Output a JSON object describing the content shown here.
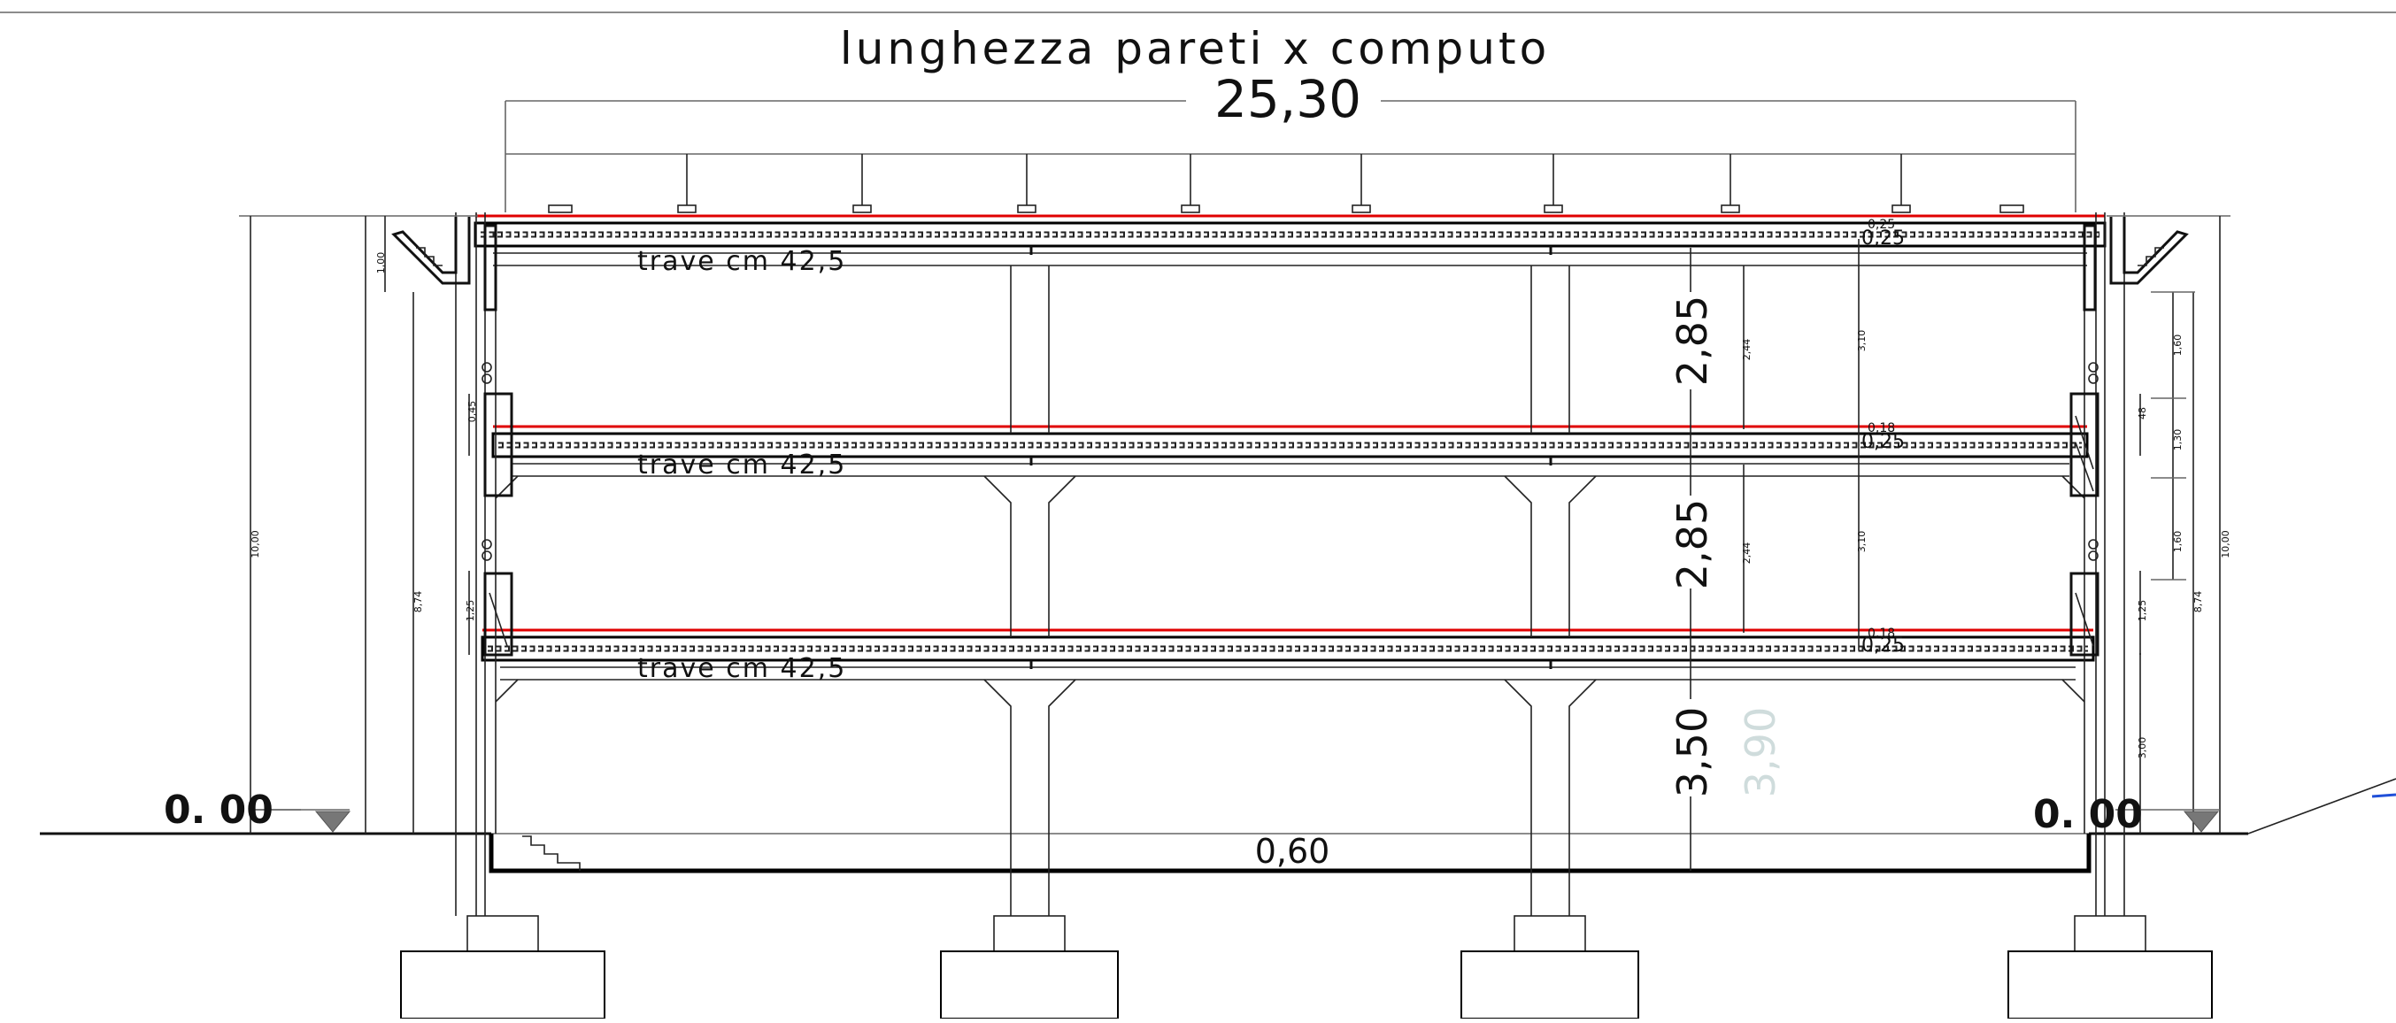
{
  "title": "lunghezza pareti x computo",
  "overall_dimension": "25,30",
  "slab_labels": [
    "trave cm 42,5",
    "trave cm 42,5",
    "trave cm 42,5"
  ],
  "storey_heights": [
    "2,85",
    "2,85",
    "3,50"
  ],
  "ground_levels": {
    "left": "0. 00",
    "right": "0. 00"
  },
  "foundation_thickness": "0,60",
  "faded_dimension": "3,90",
  "slab_thickness_labels": [
    "0,25",
    "0,25",
    "0,18",
    "0,25",
    "0,18",
    "0,25"
  ],
  "small_dimensions": {
    "inner_height_1": "2,44",
    "inner_height_2": "2,44",
    "floor_to_floor_1": "3,10",
    "floor_to_floor_2": "3,10",
    "left_total": "10,00",
    "left_sub": "8,74",
    "left_top": "1,00",
    "left_mid": "0,45",
    "left_low": "1,25",
    "right_total": "10,00",
    "right_sub": "8,74",
    "right_window_1": "1,60",
    "right_window_2": "1,30",
    "right_window_3": "1,60",
    "right_mid": "48",
    "right_low": "1,25",
    "right_ground": "3,00"
  },
  "colors": {
    "line": "#111111",
    "slab_edge": "#e00000",
    "light": "#aaaaaa",
    "accent": "#1f4fd8"
  }
}
